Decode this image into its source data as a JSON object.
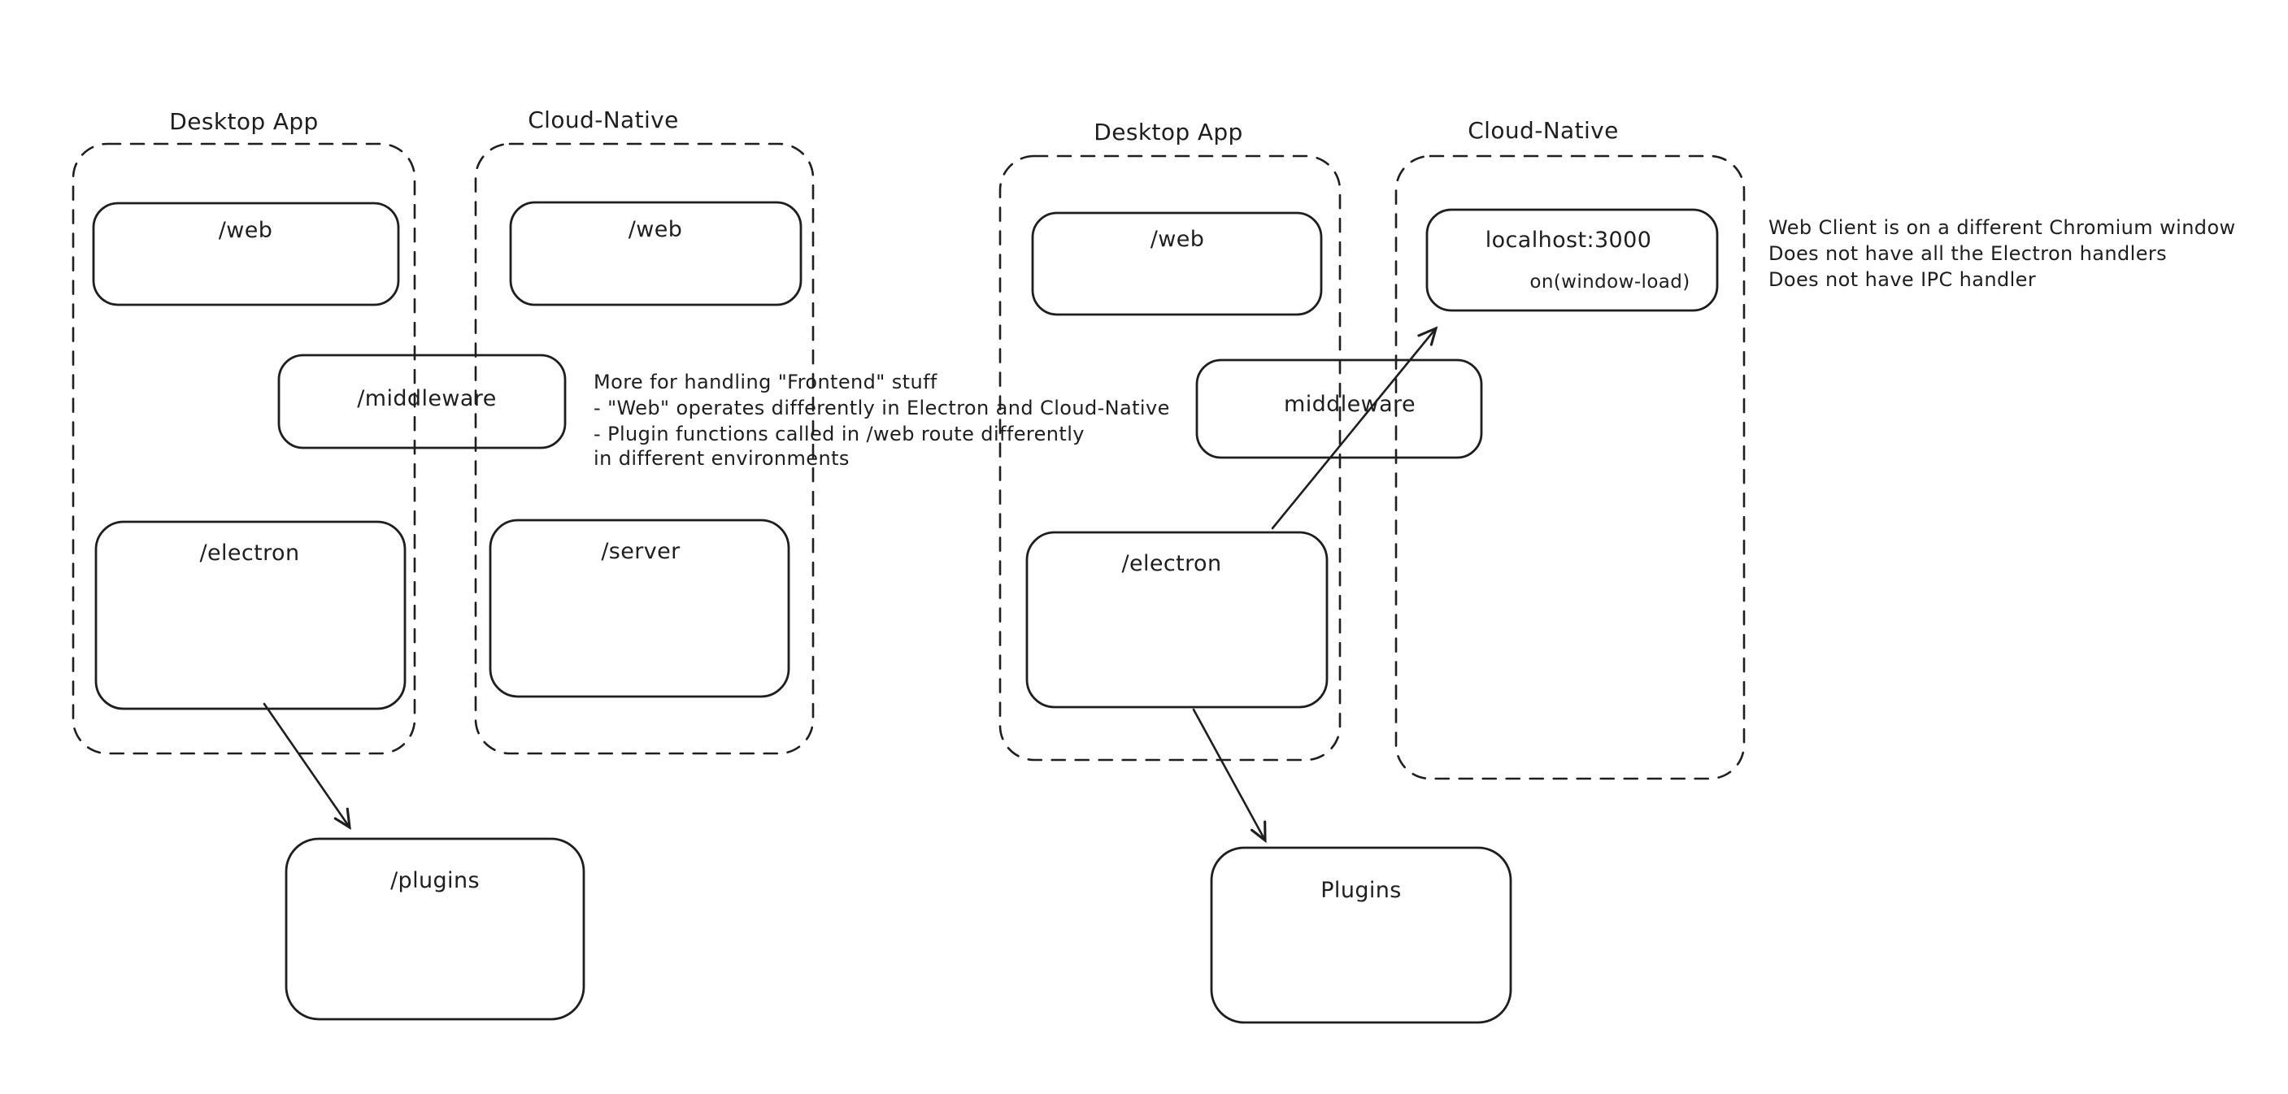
{
  "colors": {
    "ink": "#1e1e1e",
    "red": "#d64040",
    "green": "#3f9152",
    "background": "#ffffff"
  },
  "left_diagram": {
    "desktop_container_label": "Desktop App",
    "cloud_container_label": "Cloud-Native",
    "web_desktop_label": "/web",
    "web_cloud_label": "/web",
    "middleware_label": "/middleware",
    "electron_label": "/electron",
    "server_label": "/server",
    "plugins_label": "/plugins",
    "note_lines": [
      "More for handling \"Frontend\" stuff",
      "- \"Web\" operates differently in Electron and Cloud-Native",
      "- Plugin functions called in /web route differently",
      "in different environments"
    ]
  },
  "right_diagram": {
    "desktop_container_label": "Desktop App",
    "cloud_container_label": "Cloud-Native",
    "web_label": "/web",
    "localhost_label": "localhost:3000",
    "window_load_label": "on(window-load)",
    "middleware_label": "middleware",
    "electron_label": "/electron",
    "plugins_label": "Plugins",
    "note_lines": [
      "Web Client is on a different Chromium window",
      "Does not have all the Electron handlers",
      "Does not have IPC handler"
    ]
  }
}
